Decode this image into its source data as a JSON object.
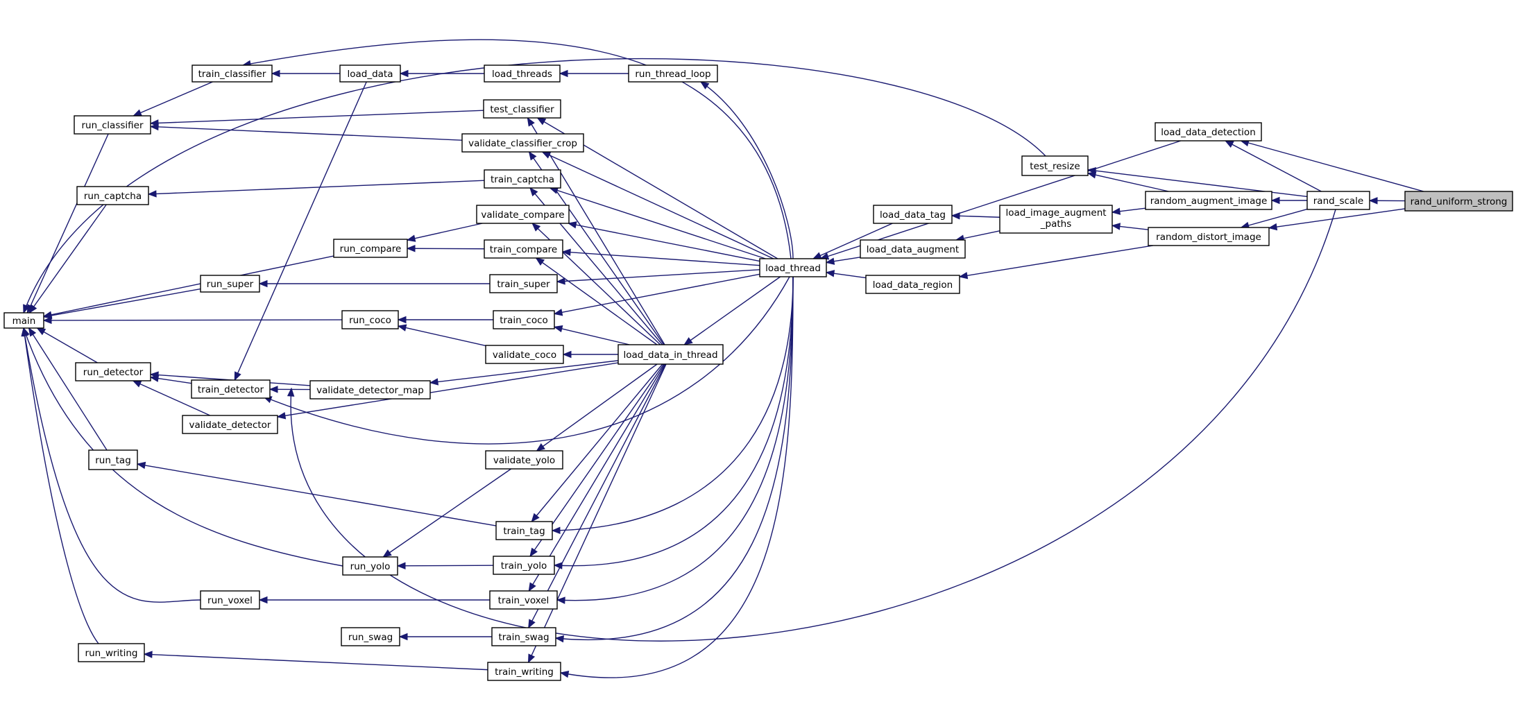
{
  "graph": {
    "edge_color": "#191970",
    "highlight_fill": "#bfbfbf",
    "nodes": [
      {
        "id": "main",
        "label": "main"
      },
      {
        "id": "train_classifier",
        "label": "train_classifier"
      },
      {
        "id": "run_classifier",
        "label": "run_classifier"
      },
      {
        "id": "run_captcha",
        "label": "run_captcha"
      },
      {
        "id": "run_detector",
        "label": "run_detector"
      },
      {
        "id": "run_tag",
        "label": "run_tag"
      },
      {
        "id": "run_writing",
        "label": "run_writing"
      },
      {
        "id": "run_super",
        "label": "run_super"
      },
      {
        "id": "run_voxel",
        "label": "run_voxel"
      },
      {
        "id": "train_detector",
        "label": "train_detector"
      },
      {
        "id": "validate_detector",
        "label": "validate_detector"
      },
      {
        "id": "load_data",
        "label": "load_data"
      },
      {
        "id": "run_compare",
        "label": "run_compare"
      },
      {
        "id": "run_coco",
        "label": "run_coco"
      },
      {
        "id": "run_yolo",
        "label": "run_yolo"
      },
      {
        "id": "run_swag",
        "label": "run_swag"
      },
      {
        "id": "validate_detector_map",
        "label": "validate_detector_map"
      },
      {
        "id": "load_threads",
        "label": "load_threads"
      },
      {
        "id": "test_classifier",
        "label": "test_classifier"
      },
      {
        "id": "validate_classifier_crop",
        "label": "validate_classifier_crop"
      },
      {
        "id": "train_captcha",
        "label": "train_captcha"
      },
      {
        "id": "validate_compare",
        "label": "validate_compare"
      },
      {
        "id": "train_compare",
        "label": "train_compare"
      },
      {
        "id": "train_super",
        "label": "train_super"
      },
      {
        "id": "train_coco",
        "label": "train_coco"
      },
      {
        "id": "validate_coco",
        "label": "validate_coco"
      },
      {
        "id": "validate_yolo",
        "label": "validate_yolo"
      },
      {
        "id": "train_tag",
        "label": "train_tag"
      },
      {
        "id": "train_yolo",
        "label": "train_yolo"
      },
      {
        "id": "train_voxel",
        "label": "train_voxel"
      },
      {
        "id": "train_swag",
        "label": "train_swag"
      },
      {
        "id": "train_writing",
        "label": "train_writing"
      },
      {
        "id": "run_thread_loop",
        "label": "run_thread_loop"
      },
      {
        "id": "load_data_in_thread",
        "label": "load_data_in_thread"
      },
      {
        "id": "load_thread",
        "label": "load_thread"
      },
      {
        "id": "test_resize",
        "label": "test_resize"
      },
      {
        "id": "load_data_tag",
        "label": "load_data_tag"
      },
      {
        "id": "load_data_augment",
        "label": "load_data_augment"
      },
      {
        "id": "load_data_region",
        "label": "load_data_region"
      },
      {
        "id": "load_image_augment_paths",
        "label": "load_image_augment_paths",
        "lines": [
          "load_image_augment",
          "_paths"
        ]
      },
      {
        "id": "load_data_detection",
        "label": "load_data_detection"
      },
      {
        "id": "random_augment_image",
        "label": "random_augment_image"
      },
      {
        "id": "random_distort_image",
        "label": "random_distort_image"
      },
      {
        "id": "rand_scale",
        "label": "rand_scale"
      },
      {
        "id": "rand_uniform_strong",
        "label": "rand_uniform_strong",
        "highlighted": true
      }
    ],
    "edges": [
      [
        "rand_scale",
        "rand_uniform_strong"
      ],
      [
        "load_data_detection",
        "rand_uniform_strong"
      ],
      [
        "random_distort_image",
        "rand_uniform_strong"
      ],
      [
        "load_data_detection",
        "rand_scale"
      ],
      [
        "test_resize",
        "rand_scale"
      ],
      [
        "random_augment_image",
        "rand_scale"
      ],
      [
        "random_distort_image",
        "rand_scale"
      ],
      [
        "train_detector",
        "rand_scale"
      ],
      [
        "test_resize",
        "random_augment_image"
      ],
      [
        "load_image_augment_paths",
        "random_augment_image"
      ],
      [
        "load_image_augment_paths",
        "random_distort_image"
      ],
      [
        "load_data_region",
        "random_distort_image"
      ],
      [
        "load_data_tag",
        "load_image_augment_paths"
      ],
      [
        "load_data_augment",
        "load_image_augment_paths"
      ],
      [
        "load_thread",
        "load_data_detection"
      ],
      [
        "load_thread",
        "load_data_tag"
      ],
      [
        "load_thread",
        "load_data_augment"
      ],
      [
        "load_thread",
        "load_data_region"
      ],
      [
        "main",
        "test_resize"
      ],
      [
        "run_thread_loop",
        "load_thread"
      ],
      [
        "train_classifier",
        "load_thread"
      ],
      [
        "test_classifier",
        "load_thread"
      ],
      [
        "validate_classifier_crop",
        "load_thread"
      ],
      [
        "train_captcha",
        "load_thread"
      ],
      [
        "validate_compare",
        "load_thread"
      ],
      [
        "train_compare",
        "load_thread"
      ],
      [
        "train_super",
        "load_thread"
      ],
      [
        "train_coco",
        "load_thread"
      ],
      [
        "load_data_in_thread",
        "load_thread"
      ],
      [
        "train_detector",
        "load_thread"
      ],
      [
        "train_tag",
        "load_thread"
      ],
      [
        "train_yolo",
        "load_thread"
      ],
      [
        "train_voxel",
        "load_thread"
      ],
      [
        "train_swag",
        "load_thread"
      ],
      [
        "train_writing",
        "load_thread"
      ],
      [
        "test_classifier",
        "load_data_in_thread"
      ],
      [
        "validate_classifier_crop",
        "load_data_in_thread"
      ],
      [
        "train_captcha",
        "load_data_in_thread"
      ],
      [
        "validate_compare",
        "load_data_in_thread"
      ],
      [
        "train_compare",
        "load_data_in_thread"
      ],
      [
        "train_coco",
        "load_data_in_thread"
      ],
      [
        "validate_coco",
        "load_data_in_thread"
      ],
      [
        "validate_detector_map",
        "load_data_in_thread"
      ],
      [
        "validate_detector",
        "load_data_in_thread"
      ],
      [
        "validate_yolo",
        "load_data_in_thread"
      ],
      [
        "train_tag",
        "load_data_in_thread"
      ],
      [
        "train_yolo",
        "load_data_in_thread"
      ],
      [
        "train_voxel",
        "load_data_in_thread"
      ],
      [
        "train_swag",
        "load_data_in_thread"
      ],
      [
        "train_writing",
        "load_data_in_thread"
      ],
      [
        "train_classifier",
        "load_data"
      ],
      [
        "load_data",
        "load_threads"
      ],
      [
        "load_threads",
        "run_thread_loop"
      ],
      [
        "train_detector",
        "load_data"
      ],
      [
        "run_classifier",
        "train_classifier"
      ],
      [
        "run_classifier",
        "test_classifier"
      ],
      [
        "run_classifier",
        "validate_classifier_crop"
      ],
      [
        "run_captcha",
        "train_captcha"
      ],
      [
        "run_compare",
        "validate_compare"
      ],
      [
        "run_compare",
        "train_compare"
      ],
      [
        "run_super",
        "train_super"
      ],
      [
        "run_coco",
        "train_coco"
      ],
      [
        "run_coco",
        "validate_coco"
      ],
      [
        "run_detector",
        "train_detector"
      ],
      [
        "run_detector",
        "validate_detector_map"
      ],
      [
        "train_detector",
        "validate_detector_map"
      ],
      [
        "run_detector",
        "validate_detector"
      ],
      [
        "run_yolo",
        "validate_yolo"
      ],
      [
        "run_tag",
        "train_tag"
      ],
      [
        "run_yolo",
        "train_yolo"
      ],
      [
        "run_voxel",
        "train_voxel"
      ],
      [
        "run_swag",
        "train_swag"
      ],
      [
        "run_writing",
        "train_writing"
      ],
      [
        "main",
        "run_classifier"
      ],
      [
        "main",
        "run_captcha"
      ],
      [
        "main",
        "run_compare"
      ],
      [
        "main",
        "run_super"
      ],
      [
        "main",
        "run_coco"
      ],
      [
        "main",
        "run_detector"
      ],
      [
        "main",
        "run_tag"
      ],
      [
        "main",
        "run_yolo"
      ],
      [
        "main",
        "run_voxel"
      ],
      [
        "main",
        "run_writing"
      ]
    ]
  }
}
